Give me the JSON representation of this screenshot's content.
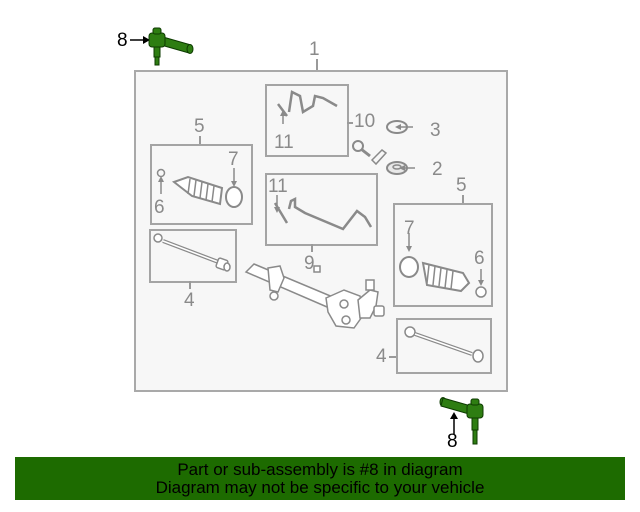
{
  "diagram": {
    "callouts": {
      "main_assembly": "1",
      "seal": "2",
      "ring": "3",
      "tie_rod_left": "4",
      "tie_rod_right": "4",
      "boot_kit_left": "5",
      "boot_kit_right": "5",
      "clamp_small_left": "6",
      "clamp_small_right": "6",
      "clamp_large_left": "7",
      "clamp_large_right": "7",
      "tie_rod_end_top": "8",
      "tie_rod_end_bottom": "8",
      "pressure_line": "9",
      "return_line": "10",
      "oring_upper": "11",
      "oring_lower": "11"
    },
    "highlight_color": "#1d6b00",
    "line_color": "#8a8a8a"
  },
  "banner": {
    "line1": "Part or sub-assembly is #8 in diagram",
    "line2": "Diagram may not be specific to your vehicle",
    "background": "#1d6b00"
  }
}
